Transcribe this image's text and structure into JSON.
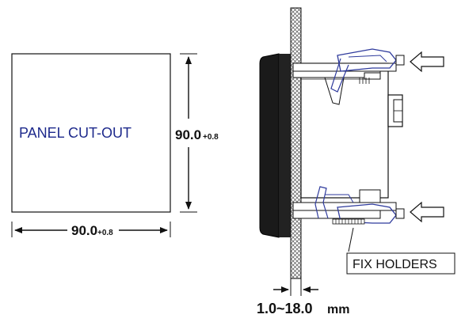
{
  "panel_cutout": {
    "label": "PANEL CUT-OUT",
    "height_value": "90.0",
    "height_tolerance": "+0.8",
    "width_value": "90.0",
    "width_tolerance": "+0.8"
  },
  "side_view": {
    "fix_holders_label": "FIX HOLDERS",
    "thickness_range": "1.0~18.0",
    "thickness_unit": "mm"
  },
  "colors": {
    "label_blue": "#1e2a8c",
    "outline": "#111111",
    "holder_blue": "#2e3a9c",
    "bezel": "#1a1a1a"
  }
}
